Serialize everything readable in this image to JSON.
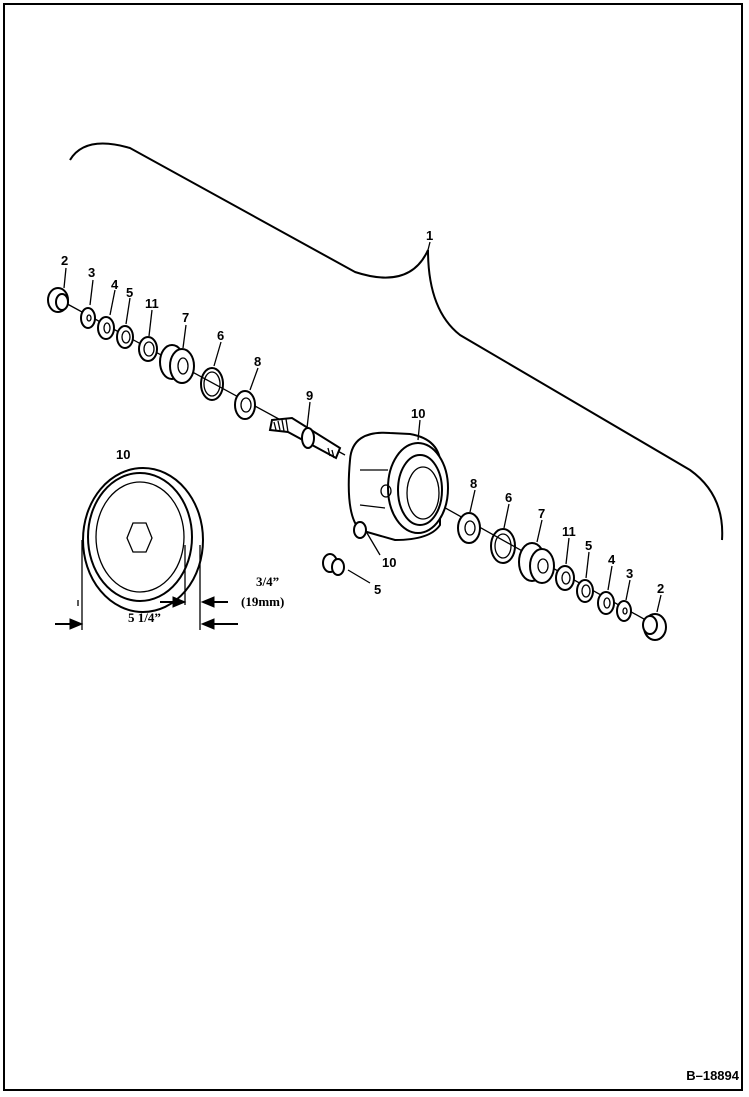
{
  "diagram": {
    "callouts": {
      "assembly": "1",
      "left": [
        "2",
        "3",
        "4",
        "5",
        "11",
        "7",
        "6",
        "8",
        "9",
        "10"
      ],
      "right": [
        "8",
        "6",
        "7",
        "11",
        "5",
        "4",
        "3",
        "2"
      ],
      "center": [
        "10",
        "5"
      ],
      "detail": "10"
    },
    "dimensions": {
      "diameter": "5 1/4”",
      "thickness": "3/4”",
      "thickness_metric": "(19mm)"
    },
    "figure_code": "B–18894"
  }
}
